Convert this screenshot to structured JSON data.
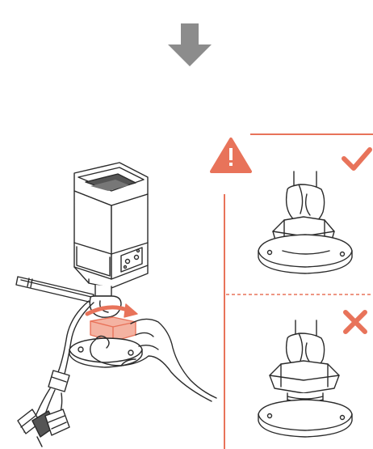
{
  "diagram": {
    "step_indicator": "down-arrow-icon",
    "main_illustration": "camera-mount-tightening",
    "panel": {
      "warning_icon": "warning-triangle-icon",
      "correct": {
        "mark_icon": "checkmark-icon",
        "illustration": "mount-base-nut-seated"
      },
      "incorrect": {
        "mark_icon": "cross-icon",
        "illustration": "mount-base-nut-not-seated"
      }
    },
    "colors": {
      "arrow_gray": "#8c8c8c",
      "accent_orange": "#e8735a",
      "accent_orange_light": "#f4b3a2",
      "line_dark": "#2b2b2b",
      "shade_gray": "#555555"
    }
  }
}
